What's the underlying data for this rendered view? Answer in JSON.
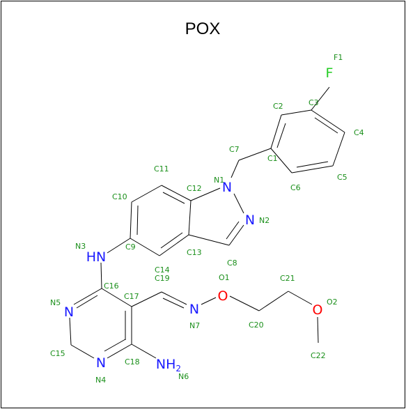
{
  "title": "POX",
  "colors": {
    "bond": "#000000",
    "carbon_label": "#1a8f1a",
    "nitrogen": "#1a1aff",
    "oxygen": "#ff0000",
    "fluorine": "#22cc22"
  },
  "atom_symbols": {
    "F": "F",
    "N2": "N",
    "N1": "N",
    "N5": "N",
    "N4": "N",
    "N7": "N",
    "NH": "HN",
    "NH2": "NH",
    "NH2_sub": "2",
    "O1": "O",
    "O2": "O"
  },
  "atom_labels": {
    "F1": "F1",
    "C2": "C2",
    "C3": "C3",
    "C4": "C4",
    "C5": "C5",
    "C6": "C6",
    "C1": "C1",
    "C7": "C7",
    "N1": "N1",
    "N2": "N2",
    "C11": "C11",
    "C12": "C12",
    "C10": "C10",
    "C9": "C9",
    "C13": "C13",
    "N3": "N3",
    "C8": "C8",
    "C14": "C14",
    "C19": "C19",
    "O1": "O1",
    "C21": "C21",
    "C16": "C16",
    "C17": "C17",
    "N5": "N5",
    "O2": "O2",
    "N7": "N7",
    "C20": "C20",
    "C15": "C15",
    "C18": "C18",
    "C22": "C22",
    "N4": "N4",
    "N6": "N6"
  }
}
